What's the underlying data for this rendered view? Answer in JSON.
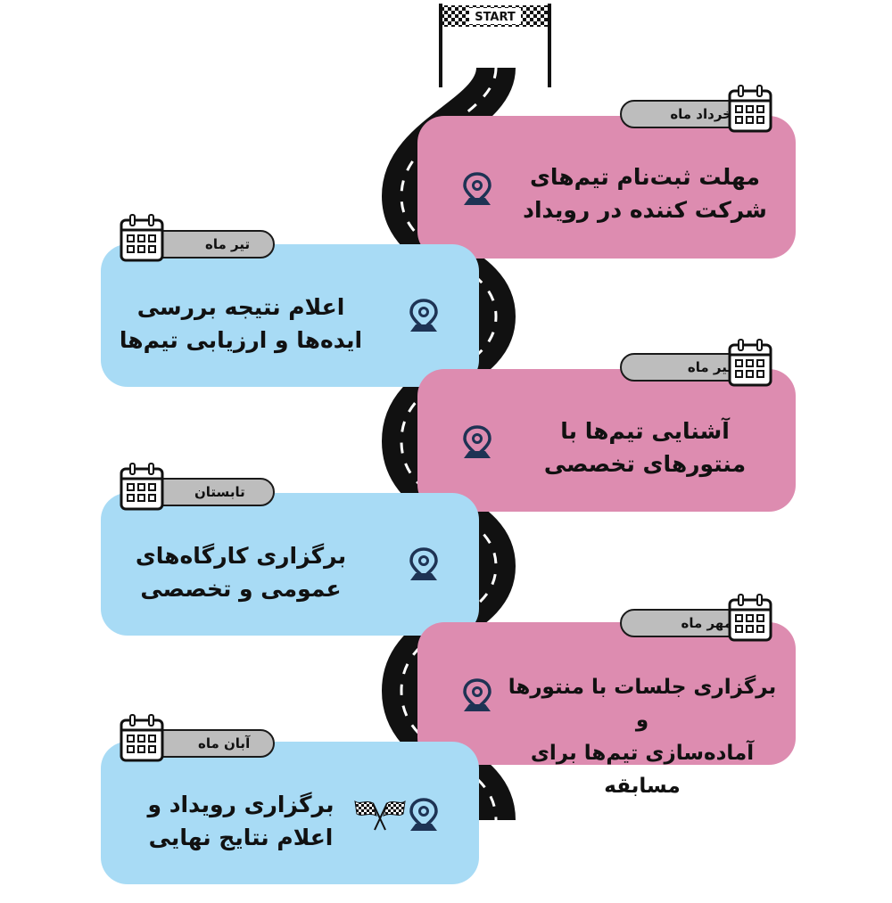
{
  "start_label": "START",
  "colors": {
    "pink": "#dd8cb0",
    "blue": "#a8dbf5",
    "road": "#111111",
    "pill": "#bdbdbd",
    "pin": "#1e3354"
  },
  "milestones": [
    {
      "date": "خرداد ماه",
      "line1": "مهلت ثبت‌نام تیم‌های",
      "line2": "شرکت کننده در رویداد",
      "icon": "map-pin-icon"
    },
    {
      "date": "تیر ماه",
      "line1": "اعلام نتیجه بررسی",
      "line2": "ایده‌ها و ارزیابی تیم‌ها",
      "icon": "map-pin-icon"
    },
    {
      "date": "تیر ماه",
      "line1": "آشنایی تیم‌ها با",
      "line2": "منتورهای تخصصی",
      "icon": "map-pin-icon"
    },
    {
      "date": "تابستان",
      "line1": "برگزاری کارگاه‌های",
      "line2": "عمومی و تخصصی",
      "icon": "map-pin-icon"
    },
    {
      "date": "مهر ماه",
      "line1": "برگزاری جلسات با منتورها و",
      "line2": "آماده‌سازی تیم‌ها برای مسابقه",
      "icon": "map-pin-icon"
    },
    {
      "date": "آبان ماه",
      "line1": "برگزاری رویداد و",
      "line2": "اعلام نتایج نهایی",
      "icon": "map-pin-icon"
    }
  ]
}
